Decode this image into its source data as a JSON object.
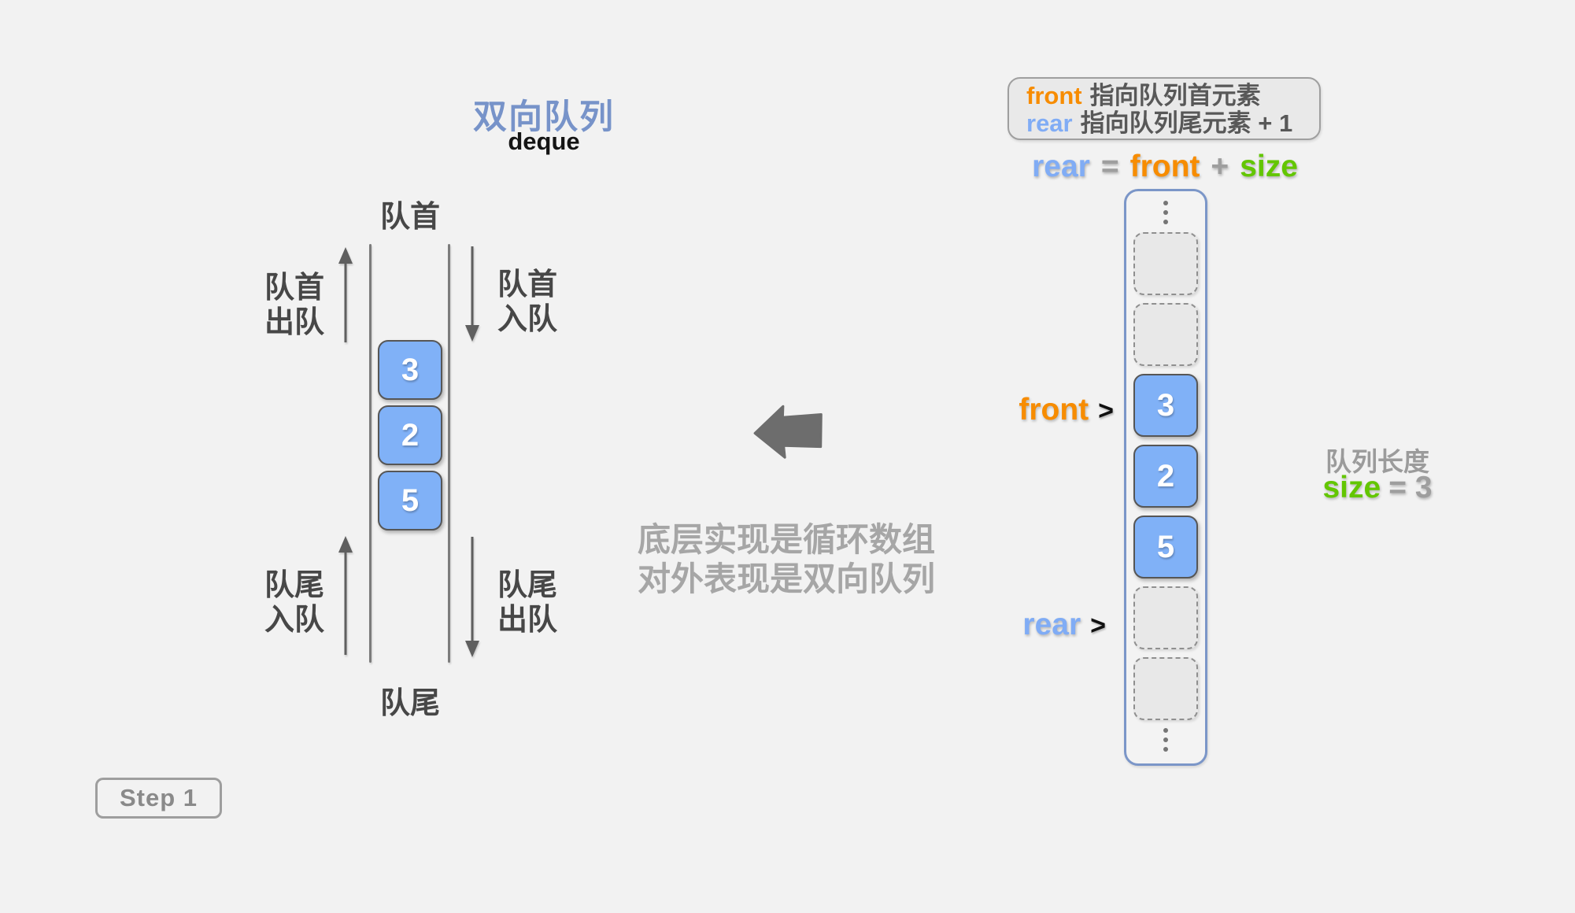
{
  "colors": {
    "background": "#f2f2f2",
    "title_blue": "#7793c9",
    "element_blue": "#80b1f7",
    "array_border_blue": "#7b96c8",
    "front_orange": "#f78c00",
    "rear_blue": "#80acf5",
    "size_green": "#63c600",
    "label_dark_gray": "#474747",
    "note_gray": "#a6a6a6",
    "arrow_gray": "#5f5f5f"
  },
  "title": {
    "zh": "双向队列",
    "en": "deque"
  },
  "deque": {
    "head_label": "队首",
    "tail_label": "队尾",
    "ops": {
      "head_out": "队首\n出队",
      "head_in": "队首\n入队",
      "tail_in": "队尾\n入队",
      "tail_out": "队尾\n出队"
    },
    "values": [
      "3",
      "2",
      "5"
    ]
  },
  "note": {
    "line1": "底层实现是循环数组",
    "line2": "对外表现是双向队列"
  },
  "legend": {
    "front_keyword": "front",
    "front_text": "指向队列首元素",
    "rear_keyword": "rear",
    "rear_text": "指向队列尾元素 + 1"
  },
  "formula": {
    "rear": "rear",
    "eq": "=",
    "front": "front",
    "plus": "+",
    "size": "size"
  },
  "array": {
    "values": [
      "3",
      "2",
      "5"
    ],
    "front_label": "front",
    "rear_label": "rear",
    "pointer": ">"
  },
  "size_info": {
    "caption": "队列长度",
    "keyword": "size",
    "value": "= 3"
  },
  "step": {
    "label": "Step 1"
  }
}
